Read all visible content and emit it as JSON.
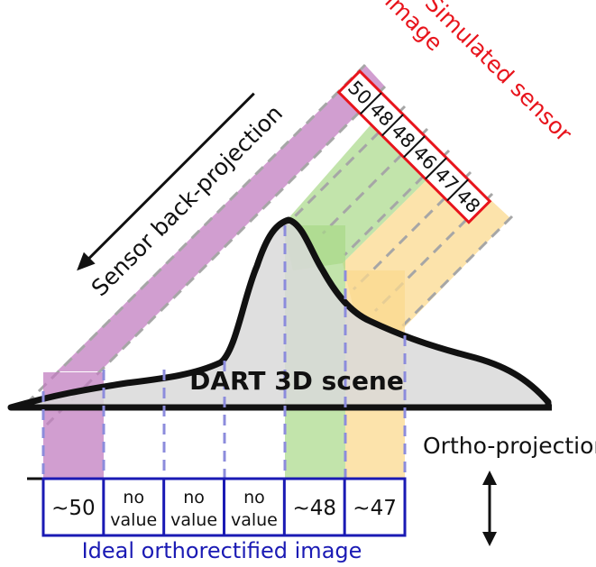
{
  "labels": {
    "backprojection": "Sensor back-projection",
    "sensor_title_line1": "Simulated sensor",
    "sensor_title_line2": "image",
    "scene": "DART 3D scene",
    "ortho": "Ortho-projection",
    "ideal": "Ideal orthorectified image"
  },
  "sensor_cells": [
    "50",
    "48",
    "48",
    "46",
    "47",
    "48"
  ],
  "ortho_cells": [
    {
      "line1": "~50",
      "line2": ""
    },
    {
      "line1": "no",
      "line2": "value"
    },
    {
      "line1": "no",
      "line2": "value"
    },
    {
      "line1": "no",
      "line2": "value"
    },
    {
      "line1": "~48",
      "line2": ""
    },
    {
      "line1": "~47",
      "line2": ""
    }
  ],
  "colors": {
    "sensor_box": "#e8141c",
    "ideal_box": "#1a1ab4",
    "purple_band": "#c27dc0",
    "green_band": "#a8d987",
    "orange_band": "#fbd98f",
    "scene_fill": "#d9d9d9",
    "dashed_gray": "#a6a6a6",
    "dashed_blue": "#8c8cdc"
  }
}
